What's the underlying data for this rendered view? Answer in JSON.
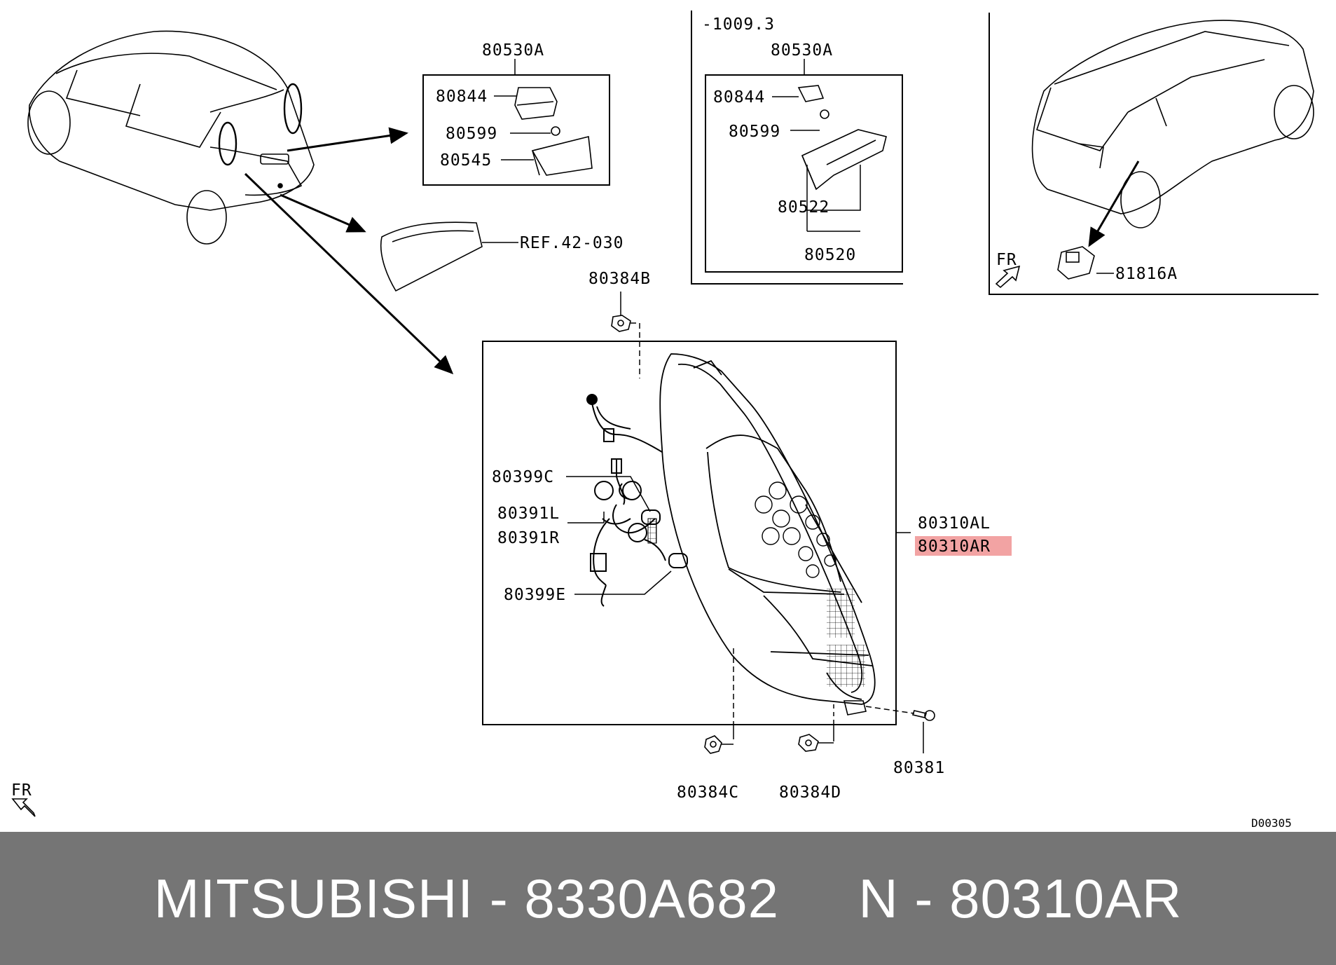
{
  "labels": {
    "l80530a_1": "80530A",
    "l80844_1": "80844",
    "l80599_1": "80599",
    "l80545": "80545",
    "ref": "REF.42-030",
    "range": "-1009.3",
    "l80530a_2": "80530A",
    "l80844_2": "80844",
    "l80599_2": "80599",
    "l80522": "80522",
    "l80520": "80520",
    "fr_top": "FR",
    "l81816a": "81816A",
    "l80384b": "80384B",
    "l80399c": "80399C",
    "l80391l": "80391L",
    "l80391r": "80391R",
    "l80399e": "80399E",
    "l80310al": "80310AL",
    "l80310ar": "80310AR",
    "l80381": "80381",
    "l80384c": "80384C",
    "l80384d": "80384D",
    "fr_bottom": "FR",
    "code": "D00305"
  },
  "highlight_color": "#f2a3a3",
  "footer": {
    "brand": "MITSUBISHI",
    "sep1": " - ",
    "oem": "8330A682",
    "gap": "     ",
    "n": "N",
    "sep2": " - ",
    "part": "80310AR"
  }
}
